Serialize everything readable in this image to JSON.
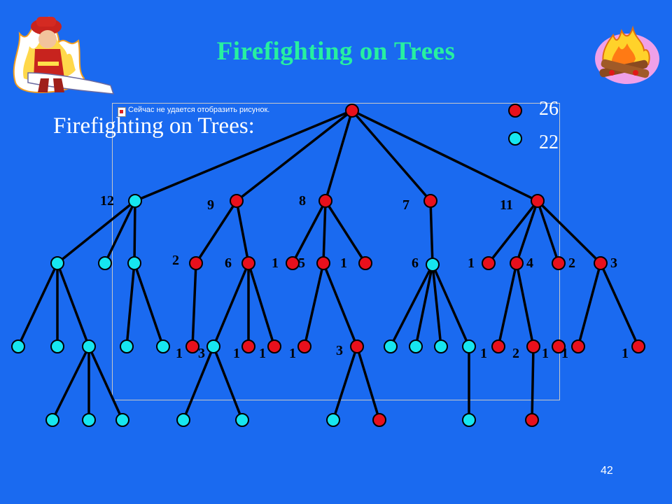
{
  "title": "Firefighting on Trees",
  "subtitle": "Firefighting on Trees:",
  "broken_image_text": "Сейчас не удается отобразить рисунок.",
  "page_number": "42",
  "colors": {
    "background": "#1a6af0",
    "title": "#27f0a0",
    "burned_node": "#e8101c",
    "saved_node": "#16e6f0",
    "edge": "#000000"
  },
  "legend": [
    {
      "color": "red",
      "value": "26"
    },
    {
      "color": "cyan",
      "value": "22"
    }
  ],
  "icons": [
    "firefighter-icon",
    "campfire-icon"
  ],
  "tree": {
    "nodes": [
      {
        "id": "root",
        "color": "red",
        "label": ""
      },
      {
        "id": "A",
        "color": "cyan",
        "label": "12"
      },
      {
        "id": "B",
        "color": "red",
        "label": "9"
      },
      {
        "id": "C",
        "color": "red",
        "label": "8"
      },
      {
        "id": "D",
        "color": "red",
        "label": "7"
      },
      {
        "id": "E",
        "color": "red",
        "label": "11"
      },
      {
        "id": "A1",
        "color": "cyan",
        "label": ""
      },
      {
        "id": "A2",
        "color": "cyan",
        "label": ""
      },
      {
        "id": "A3",
        "color": "cyan",
        "label": ""
      },
      {
        "id": "B1",
        "color": "red",
        "label": "2"
      },
      {
        "id": "B2",
        "color": "red",
        "label": "6"
      },
      {
        "id": "C1",
        "color": "red",
        "label": "1"
      },
      {
        "id": "C2",
        "color": "red",
        "label": "5"
      },
      {
        "id": "C3",
        "color": "red",
        "label": "1"
      },
      {
        "id": "D1",
        "color": "cyan",
        "label": "6"
      },
      {
        "id": "E1",
        "color": "red",
        "label": "1"
      },
      {
        "id": "E2",
        "color": "red",
        "label": "4"
      },
      {
        "id": "E3",
        "color": "red",
        "label": "2"
      },
      {
        "id": "E4",
        "color": "red",
        "label": "3"
      },
      {
        "id": "A1a",
        "color": "cyan",
        "label": ""
      },
      {
        "id": "A1b",
        "color": "cyan",
        "label": ""
      },
      {
        "id": "A1c",
        "color": "cyan",
        "label": ""
      },
      {
        "id": "A3a",
        "color": "cyan",
        "label": ""
      },
      {
        "id": "A3b",
        "color": "cyan",
        "label": ""
      },
      {
        "id": "B1a",
        "color": "red",
        "label": "1"
      },
      {
        "id": "B2a",
        "color": "cyan",
        "label": "3"
      },
      {
        "id": "B2b",
        "color": "red",
        "label": "1"
      },
      {
        "id": "B2c",
        "color": "red",
        "label": "1"
      },
      {
        "id": "C2a",
        "color": "red",
        "label": "1"
      },
      {
        "id": "C2b",
        "color": "red",
        "label": "3"
      },
      {
        "id": "D1a",
        "color": "cyan",
        "label": ""
      },
      {
        "id": "D1b",
        "color": "cyan",
        "label": ""
      },
      {
        "id": "D1c",
        "color": "cyan",
        "label": ""
      },
      {
        "id": "D1d",
        "color": "cyan",
        "label": ""
      },
      {
        "id": "E2a",
        "color": "red",
        "label": "1"
      },
      {
        "id": "E2b",
        "color": "red",
        "label": "2"
      },
      {
        "id": "E3a",
        "color": "red",
        "label": "1"
      },
      {
        "id": "E4a",
        "color": "red",
        "label": "1"
      },
      {
        "id": "E4b",
        "color": "red",
        "label": "1"
      },
      {
        "id": "A1c1",
        "color": "cyan",
        "label": ""
      },
      {
        "id": "A1c2",
        "color": "cyan",
        "label": ""
      },
      {
        "id": "A1c3",
        "color": "cyan",
        "label": ""
      },
      {
        "id": "B2a1",
        "color": "cyan",
        "label": ""
      },
      {
        "id": "B2a2",
        "color": "cyan",
        "label": ""
      },
      {
        "id": "C2b1",
        "color": "cyan",
        "label": ""
      },
      {
        "id": "C2b2",
        "color": "red",
        "label": ""
      },
      {
        "id": "D1d1",
        "color": "cyan",
        "label": ""
      },
      {
        "id": "E2b1",
        "color": "red",
        "label": ""
      }
    ],
    "edges": [
      [
        "root",
        "A"
      ],
      [
        "root",
        "B"
      ],
      [
        "root",
        "C"
      ],
      [
        "root",
        "D"
      ],
      [
        "root",
        "E"
      ],
      [
        "A",
        "A1"
      ],
      [
        "A",
        "A2"
      ],
      [
        "A",
        "A3"
      ],
      [
        "B",
        "B1"
      ],
      [
        "B",
        "B2"
      ],
      [
        "C",
        "C1"
      ],
      [
        "C",
        "C2"
      ],
      [
        "C",
        "C3"
      ],
      [
        "D",
        "D1"
      ],
      [
        "E",
        "E1"
      ],
      [
        "E",
        "E2"
      ],
      [
        "E",
        "E3"
      ],
      [
        "E",
        "E4"
      ],
      [
        "A1",
        "A1a"
      ],
      [
        "A1",
        "A1b"
      ],
      [
        "A1",
        "A1c"
      ],
      [
        "A3",
        "A3a"
      ],
      [
        "A3",
        "A3b"
      ],
      [
        "B1",
        "B1a"
      ],
      [
        "B2",
        "B2a"
      ],
      [
        "B2",
        "B2b"
      ],
      [
        "B2",
        "B2c"
      ],
      [
        "C2",
        "C2a"
      ],
      [
        "C2",
        "C2b"
      ],
      [
        "D1",
        "D1a"
      ],
      [
        "D1",
        "D1b"
      ],
      [
        "D1",
        "D1c"
      ],
      [
        "D1",
        "D1d"
      ],
      [
        "E2",
        "E2a"
      ],
      [
        "E2",
        "E2b"
      ],
      [
        "E4",
        "E4a"
      ],
      [
        "E4",
        "E4b"
      ],
      [
        "A1c",
        "A1c1"
      ],
      [
        "A1c",
        "A1c2"
      ],
      [
        "A1c",
        "A1c3"
      ],
      [
        "B2a",
        "B2a1"
      ],
      [
        "B2a",
        "B2a2"
      ],
      [
        "C2b",
        "C2b1"
      ],
      [
        "C2b",
        "C2b2"
      ],
      [
        "D1d",
        "D1d1"
      ],
      [
        "E2b",
        "E2b1"
      ]
    ]
  }
}
